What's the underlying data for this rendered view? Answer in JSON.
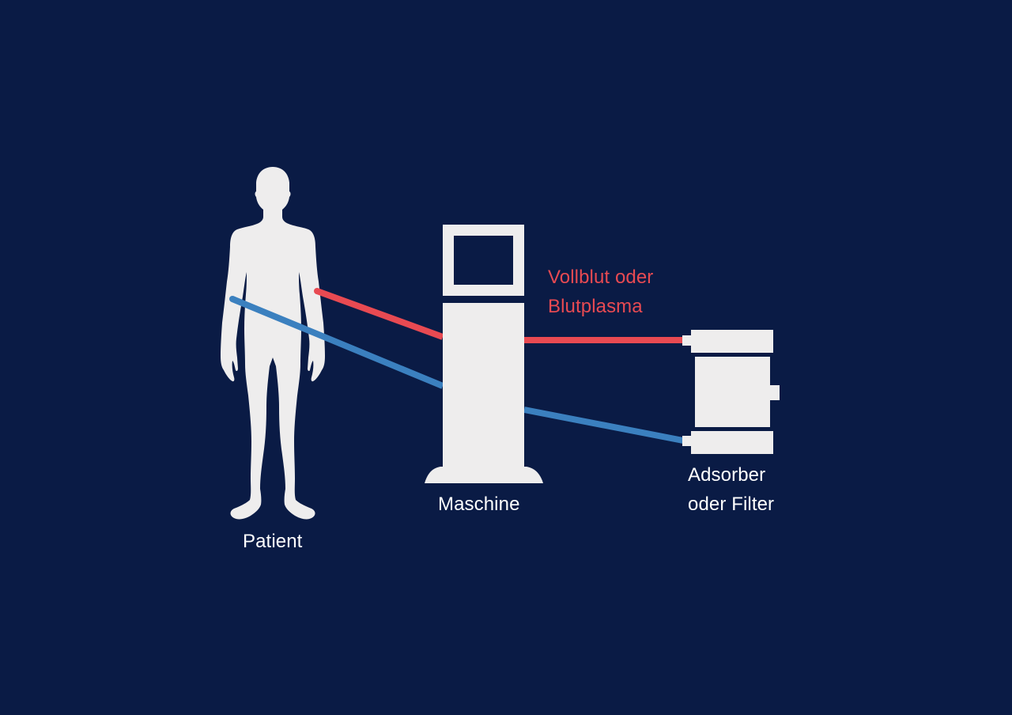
{
  "diagram": {
    "background_color": "#0a1b45",
    "shape_color": "#eeeded",
    "nodes": {
      "patient": {
        "label": "Patient",
        "icon": "human-figure-icon"
      },
      "machine": {
        "label": "Maschine",
        "icon": "machine-icon"
      },
      "filter": {
        "label_lines": [
          "Adsorber",
          "oder Filter"
        ],
        "icon": "filter-cartridge-icon"
      }
    },
    "flow_label": {
      "lines": [
        "Vollblut oder",
        "Blutplasma"
      ],
      "color": "#e84a52"
    },
    "lines": {
      "outflow": {
        "name": "red-line",
        "color": "#e84a52",
        "meaning": "Vollblut oder Blutplasma"
      },
      "return": {
        "name": "blue-line",
        "color": "#3b80bf"
      }
    }
  }
}
